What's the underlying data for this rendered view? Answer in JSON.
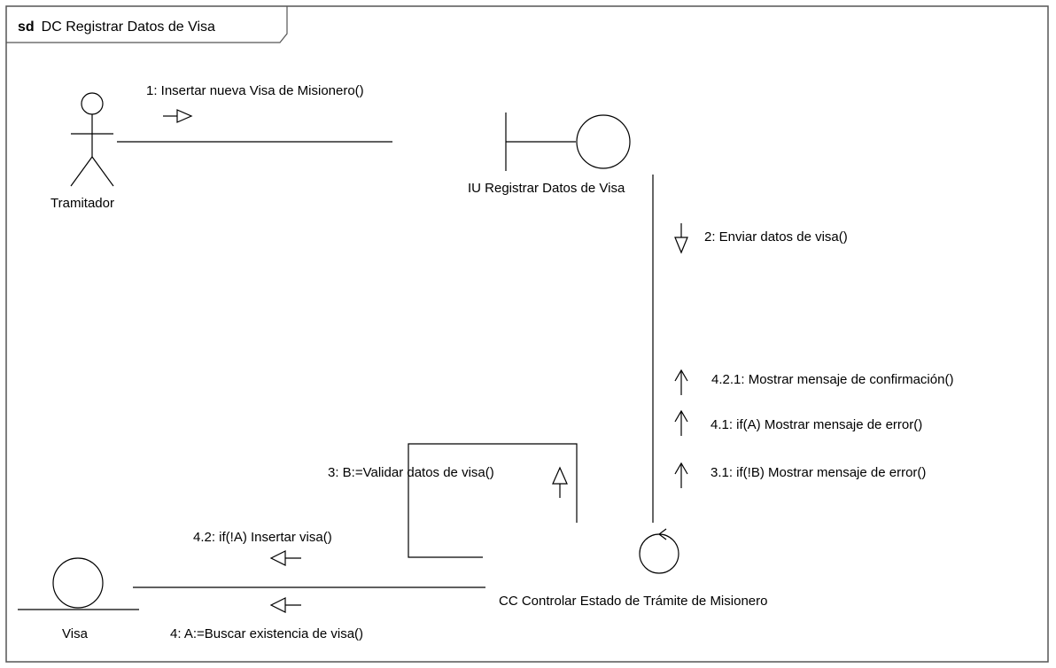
{
  "frame": {
    "keyword": "sd",
    "title": "DC Registrar Datos de Visa"
  },
  "elements": {
    "actor": {
      "name": "Tramitador",
      "icon": "actor-stick-figure-icon"
    },
    "boundary": {
      "name": "IU Registrar Datos de Visa",
      "icon": "boundary-icon"
    },
    "control": {
      "name": "CC Controlar Estado de Trámite de Misionero",
      "icon": "control-icon"
    },
    "entity": {
      "name": "Visa",
      "icon": "entity-icon"
    }
  },
  "messages": [
    {
      "id": "m1",
      "text": "1: Insertar nueva Visa de Misionero()"
    },
    {
      "id": "m2",
      "text": "2: Enviar datos de visa()"
    },
    {
      "id": "m3",
      "text": "3: B:=Validar datos de visa()"
    },
    {
      "id": "m31",
      "text": "3.1: if(!B) Mostrar mensaje de error()"
    },
    {
      "id": "m4",
      "text": "4: A:=Buscar existencia de visa()"
    },
    {
      "id": "m41",
      "text": "4.1: if(A) Mostrar mensaje de error()"
    },
    {
      "id": "m42",
      "text": "4.2: if(!A) Insertar visa()"
    },
    {
      "id": "m421",
      "text": "4.2.1: Mostrar mensaje de confirmación()"
    }
  ],
  "colors": {
    "line": "#000000",
    "background": "#ffffff",
    "frame_border": "#555555"
  }
}
